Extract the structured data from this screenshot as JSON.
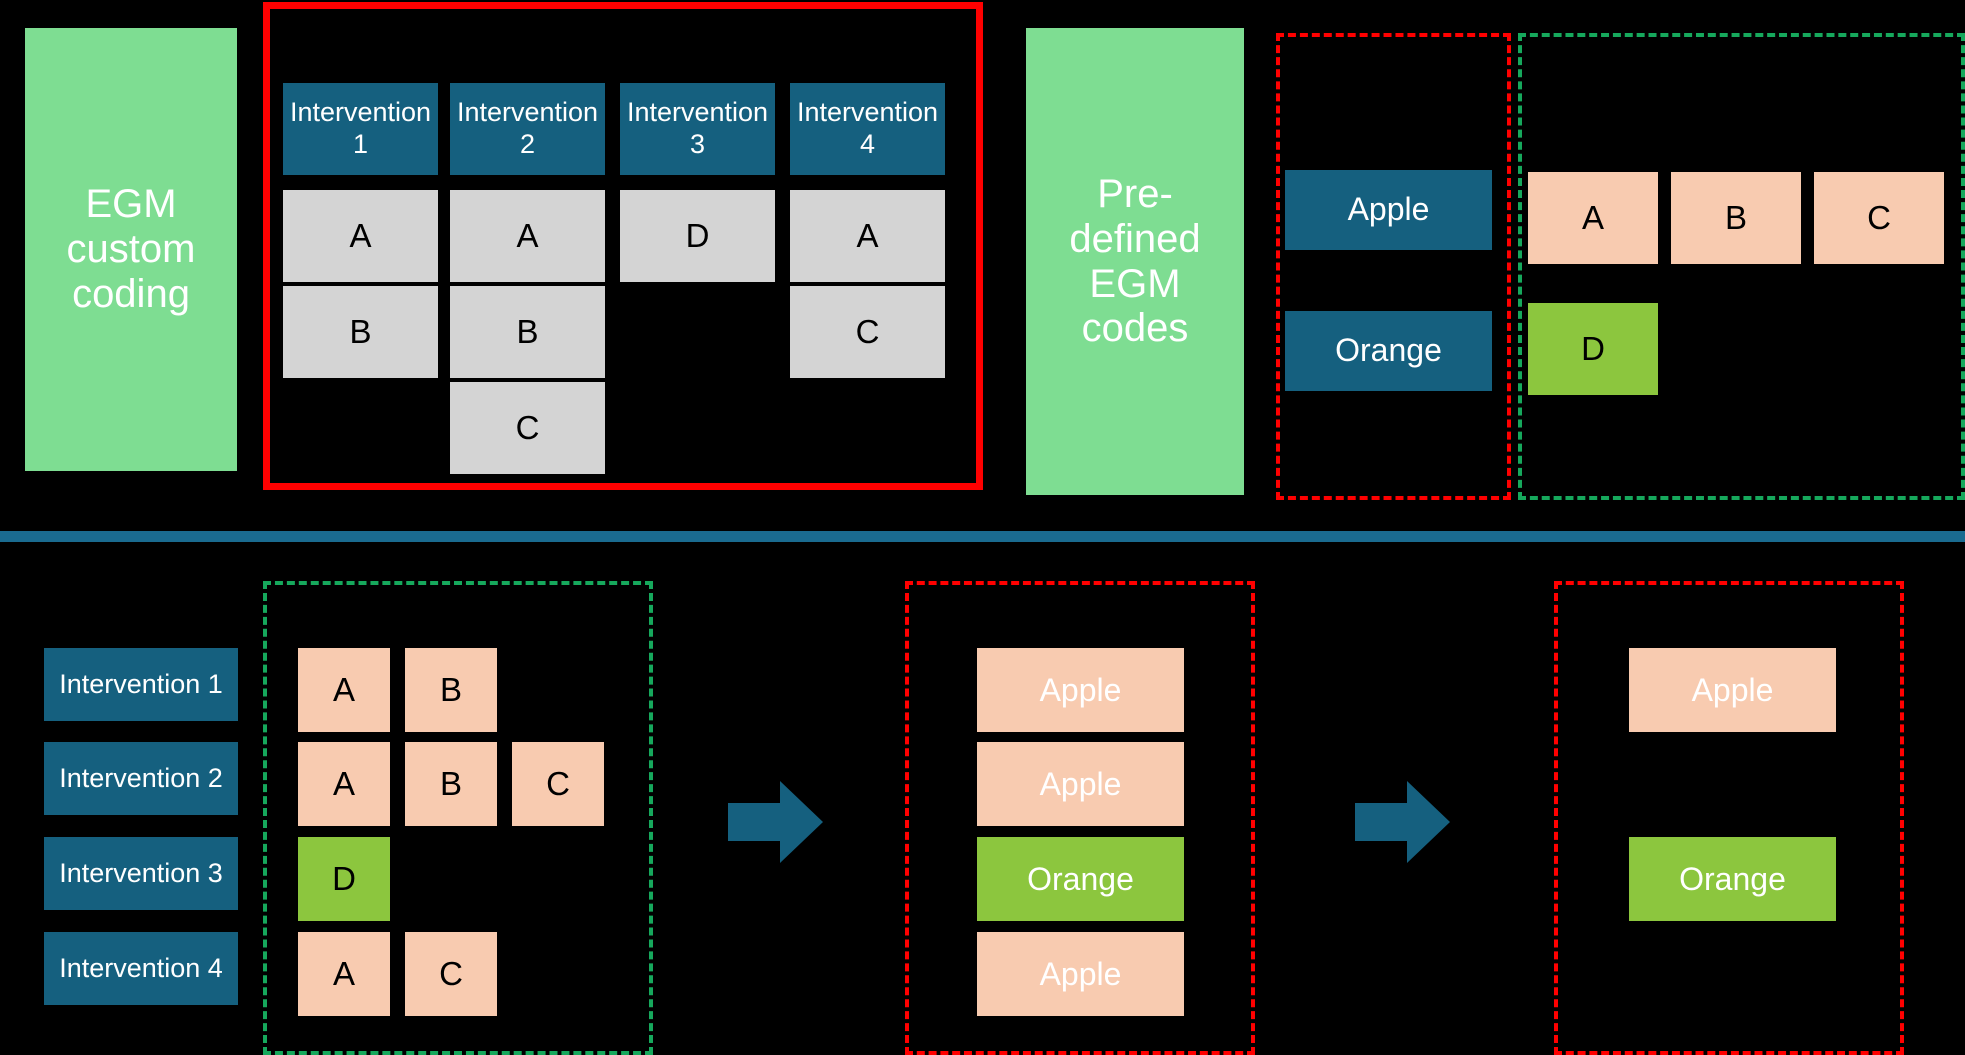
{
  "colors": {
    "background": "#000000",
    "panel_green": "#7EDD92",
    "blue": "#15607F",
    "grey": "#D4D4D4",
    "peach": "#F8CBB0",
    "lime": "#8CC63E",
    "frame_red": "#FF0000",
    "frame_green": "#16A85C",
    "divider_blue": "#1A6B90"
  },
  "top": {
    "left_panel_label": "EGM\ncustom\ncoding",
    "right_panel_label": "Pre-\ndefined\nEGM\ncodes",
    "interventions": [
      "Intervention\n1",
      "Intervention\n2",
      "Intervention\n3",
      "Intervention\n4"
    ],
    "custom_codes": [
      [
        "A",
        "B"
      ],
      [
        "A",
        "B",
        "C"
      ],
      [
        "D"
      ],
      [
        "A",
        "C"
      ]
    ],
    "predefined_codes": [
      "Apple",
      "Orange"
    ],
    "code_keys": [
      "A",
      "B",
      "C",
      "D"
    ]
  },
  "bottom": {
    "interventions": [
      "Intervention 1",
      "Intervention 2",
      "Intervention 3",
      "Intervention 4"
    ],
    "rows": [
      [
        "A",
        "B"
      ],
      [
        "A",
        "B",
        "C"
      ],
      [
        "D"
      ],
      [
        "A",
        "C"
      ]
    ],
    "mapped": [
      "Apple",
      "Apple",
      "Orange",
      "Apple"
    ],
    "final": [
      "Apple",
      "Orange"
    ],
    "arrow_label": "transforms-to"
  },
  "icons": {
    "arrow": "right-arrow-icon",
    "divider": "dash-dot-divider-icon"
  }
}
